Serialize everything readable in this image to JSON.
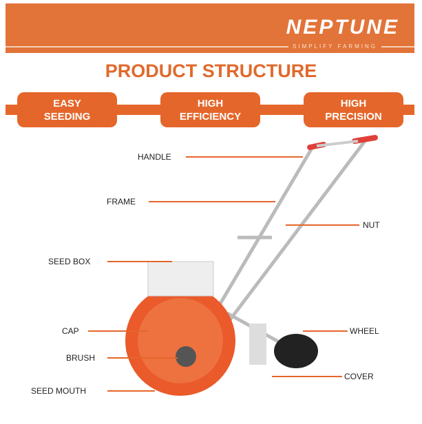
{
  "brand": {
    "logo": "NEPTUNE",
    "tagline": "SIMPLIFY FARMING"
  },
  "title": "PRODUCT STRUCTURE",
  "features": [
    [
      "EASY",
      "SEEDING"
    ],
    [
      "HIGH",
      "EFFICIENCY"
    ],
    [
      "HIGH",
      "PRECISION"
    ]
  ],
  "labels": {
    "handle": "HANDLE",
    "frame": "FRAME",
    "nut": "NUT",
    "seed_box": "SEED BOX",
    "cap": "CAP",
    "brush": "BRUSH",
    "seed_mouth": "SEED MOUTH",
    "wheel": "WHEEL",
    "cover": "COVER"
  },
  "colors": {
    "accent": "#e27439",
    "line": "#e5662a"
  }
}
